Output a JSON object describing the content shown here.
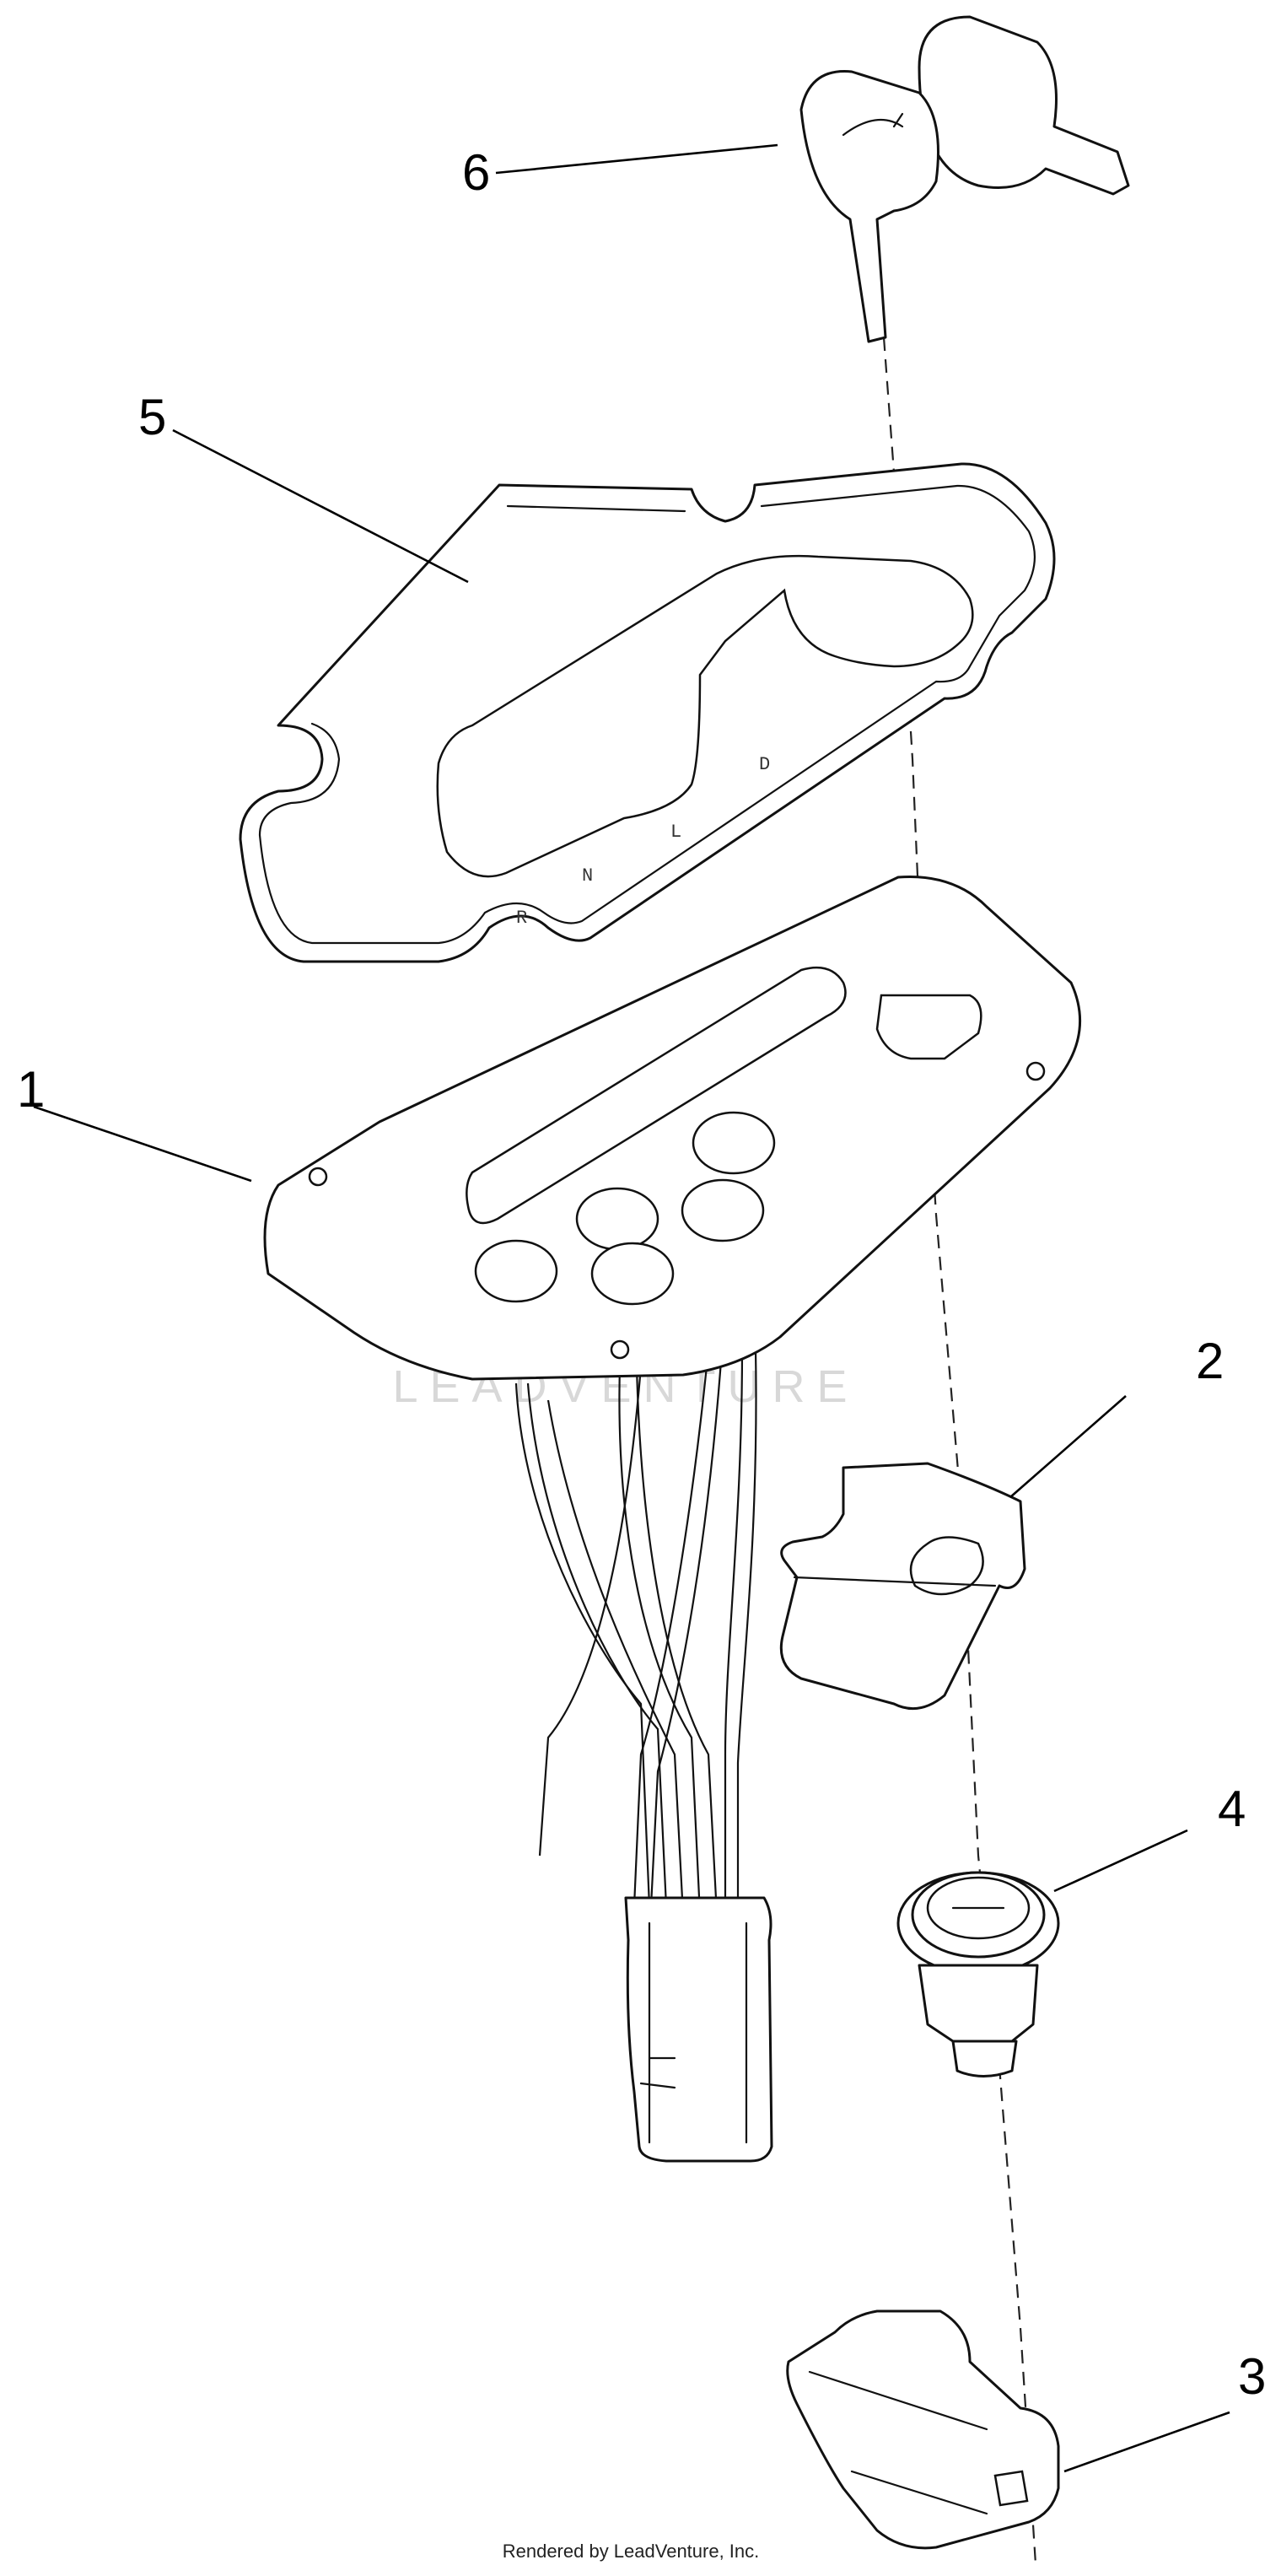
{
  "callouts": [
    {
      "id": "1",
      "text": "1"
    },
    {
      "id": "2",
      "text": "2"
    },
    {
      "id": "3",
      "text": "3"
    },
    {
      "id": "4",
      "text": "4"
    },
    {
      "id": "5",
      "text": "5"
    },
    {
      "id": "6",
      "text": "6"
    }
  ],
  "gear_letters": [
    "D",
    "L",
    "N",
    "R"
  ],
  "watermark": "LEADVENTURE",
  "credit": "Rendered by LeadVenture, Inc."
}
